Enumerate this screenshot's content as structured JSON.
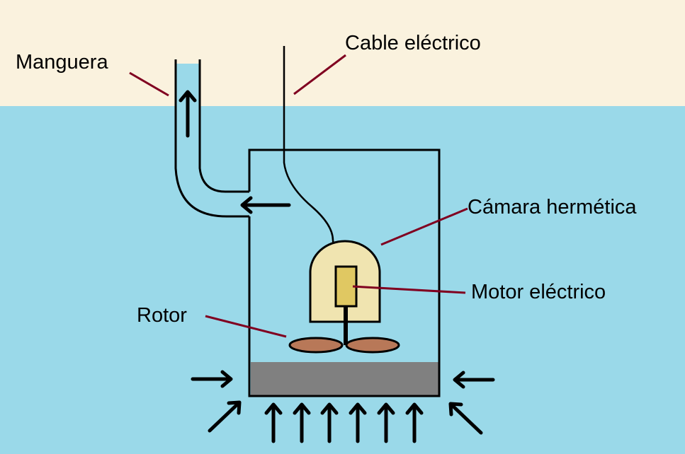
{
  "labels": {
    "hose": "Manguera",
    "cable": "Cable eléctrico",
    "chamber": "Cámara hermética",
    "motor": "Motor eléctrico",
    "rotor": "Rotor"
  },
  "colors": {
    "air": "#FAF2DE",
    "water": "#9AD9E9",
    "chamber": "#F0E4B0",
    "motor": "#E0C862",
    "rotor": "#B87858",
    "base": "#808080",
    "leader": "#800020"
  }
}
